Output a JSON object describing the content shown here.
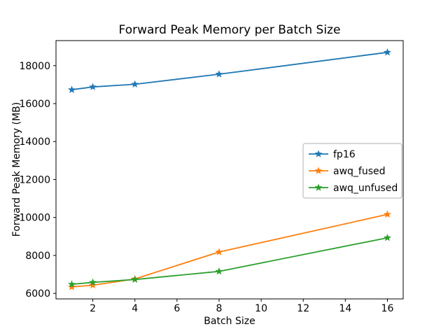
{
  "chart_data": {
    "type": "line",
    "title": "Forward Peak Memory per Batch Size",
    "xlabel": "Batch Size",
    "ylabel": "Forward Peak Memory (MB)",
    "x": [
      1,
      2,
      4,
      8,
      16
    ],
    "series": [
      {
        "name": "fp16",
        "color": "#1f77b4",
        "values": [
          16730,
          16880,
          17020,
          17550,
          18700
        ]
      },
      {
        "name": "awq_fused",
        "color": "#ff7f0e",
        "values": [
          6340,
          6430,
          6760,
          8180,
          10160
        ]
      },
      {
        "name": "awq_unfused",
        "color": "#2ca02c",
        "values": [
          6480,
          6580,
          6730,
          7160,
          8930
        ]
      }
    ],
    "xlim": [
      0.25,
      16.75
    ],
    "ylim": [
      5710,
      19320
    ],
    "xticks": [
      2,
      4,
      6,
      8,
      10,
      12,
      14,
      16
    ],
    "yticks": [
      6000,
      8000,
      10000,
      12000,
      14000,
      16000,
      18000
    ],
    "grid": false,
    "marker": "star",
    "legend_position": "center right",
    "legend_entries": [
      "fp16",
      "awq_fused",
      "awq_unfused"
    ]
  }
}
